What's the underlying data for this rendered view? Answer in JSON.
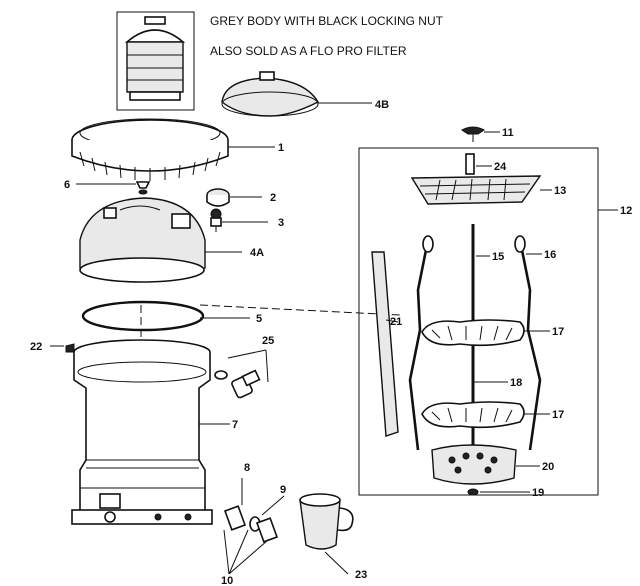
{
  "notes": {
    "line1": "GREY BODY WITH BLACK LOCKING NUT",
    "line2": "ALSO SOLD AS A FLO PRO FILTER"
  },
  "callouts": {
    "c1": "1",
    "c2": "2",
    "c3": "3",
    "c4a": "4A",
    "c4b": "4B",
    "c5": "5",
    "c6": "6",
    "c7": "7",
    "c8": "8",
    "c9": "9",
    "c10": "10",
    "c11": "11",
    "c12": "12",
    "c13": "13",
    "c15": "15",
    "c16": "16",
    "c17a": "17",
    "c17b": "17",
    "c18": "18",
    "c19": "19",
    "c20": "20",
    "c21": "21",
    "c22": "22",
    "c23": "23",
    "c24": "24",
    "c25": "25"
  },
  "colors": {
    "line": "#111111",
    "fill": "#ffffff",
    "shade": "#e9e9e9"
  }
}
